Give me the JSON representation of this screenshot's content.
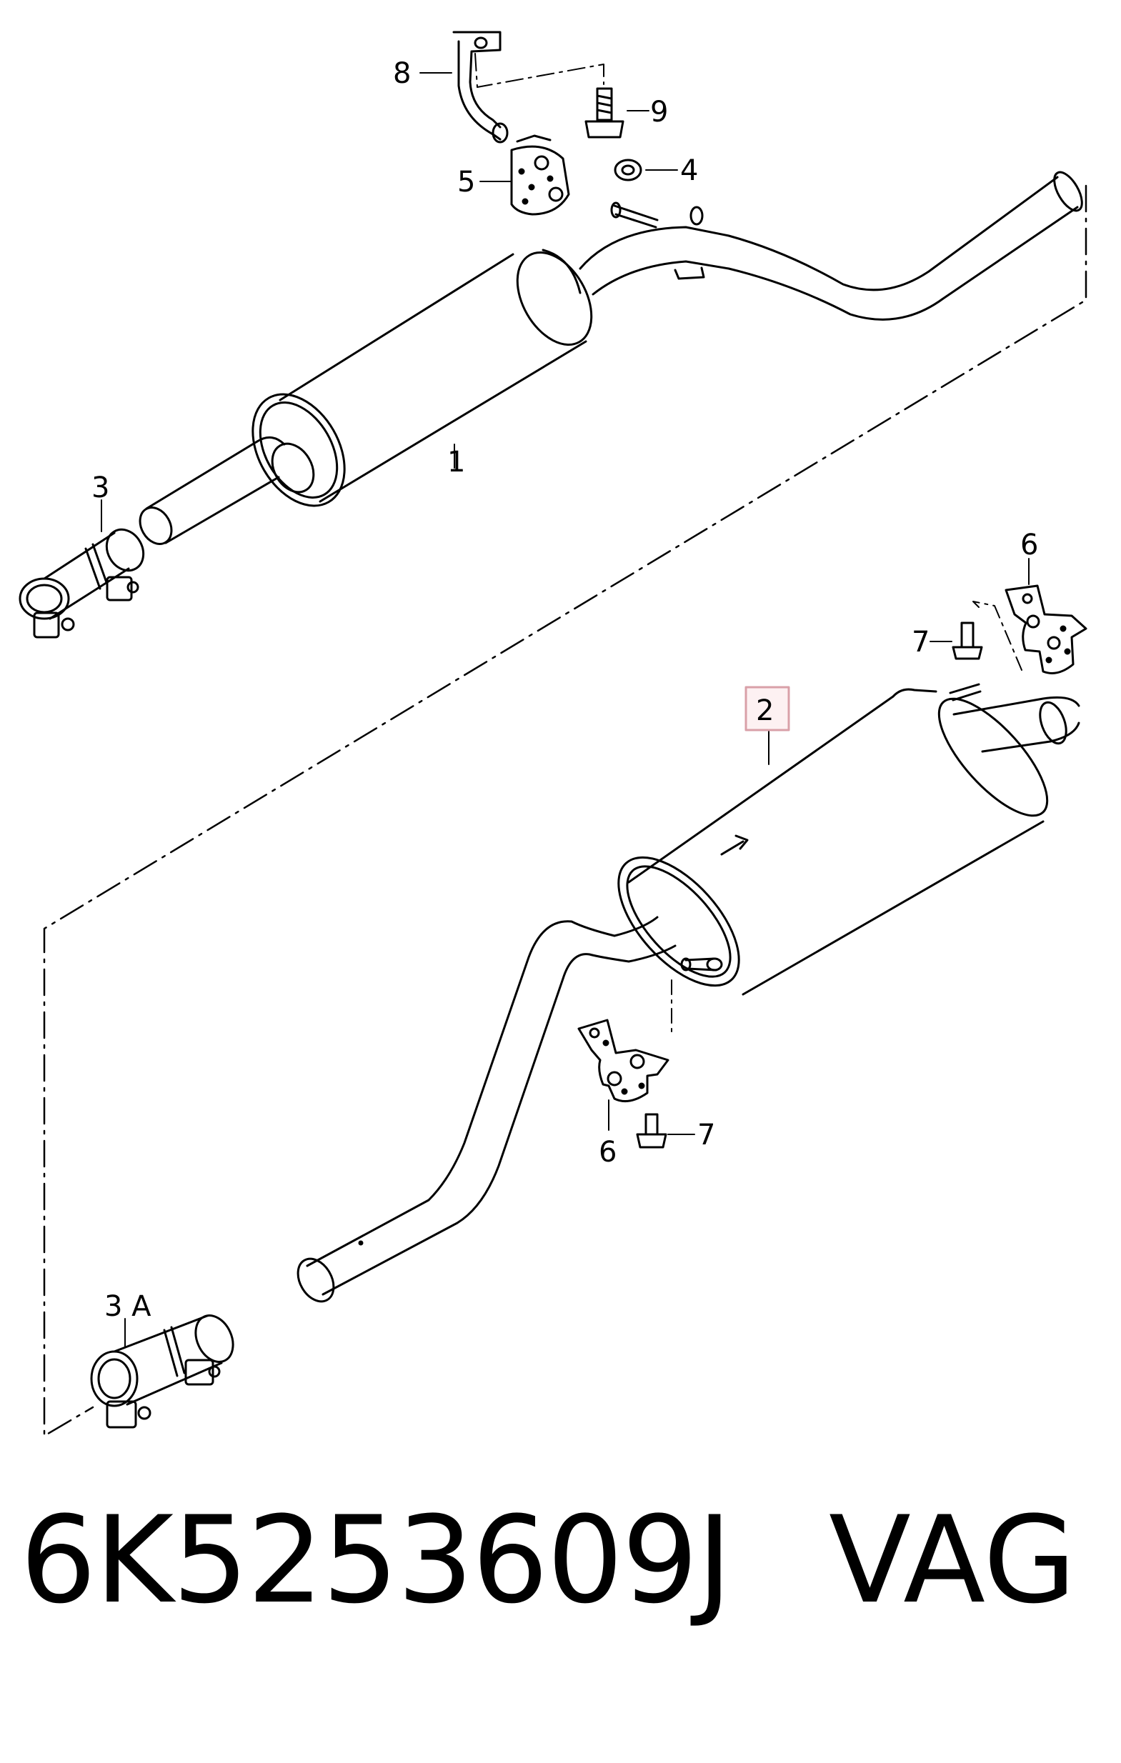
{
  "diagram": {
    "callouts": {
      "c1": "1",
      "c2": "2",
      "c3": "3",
      "c3a": "3 A",
      "c4": "4",
      "c5": "5",
      "c6_top": "6",
      "c6_bottom": "6",
      "c7_top": "7",
      "c7_bottom": "7",
      "c8": "8",
      "c9": "9"
    },
    "highlighted_part": "2",
    "highlight_color": "#d9a0a8",
    "line_color": "#000000"
  },
  "footer": {
    "part_number": "6K5253609J",
    "brand": "VAG"
  }
}
